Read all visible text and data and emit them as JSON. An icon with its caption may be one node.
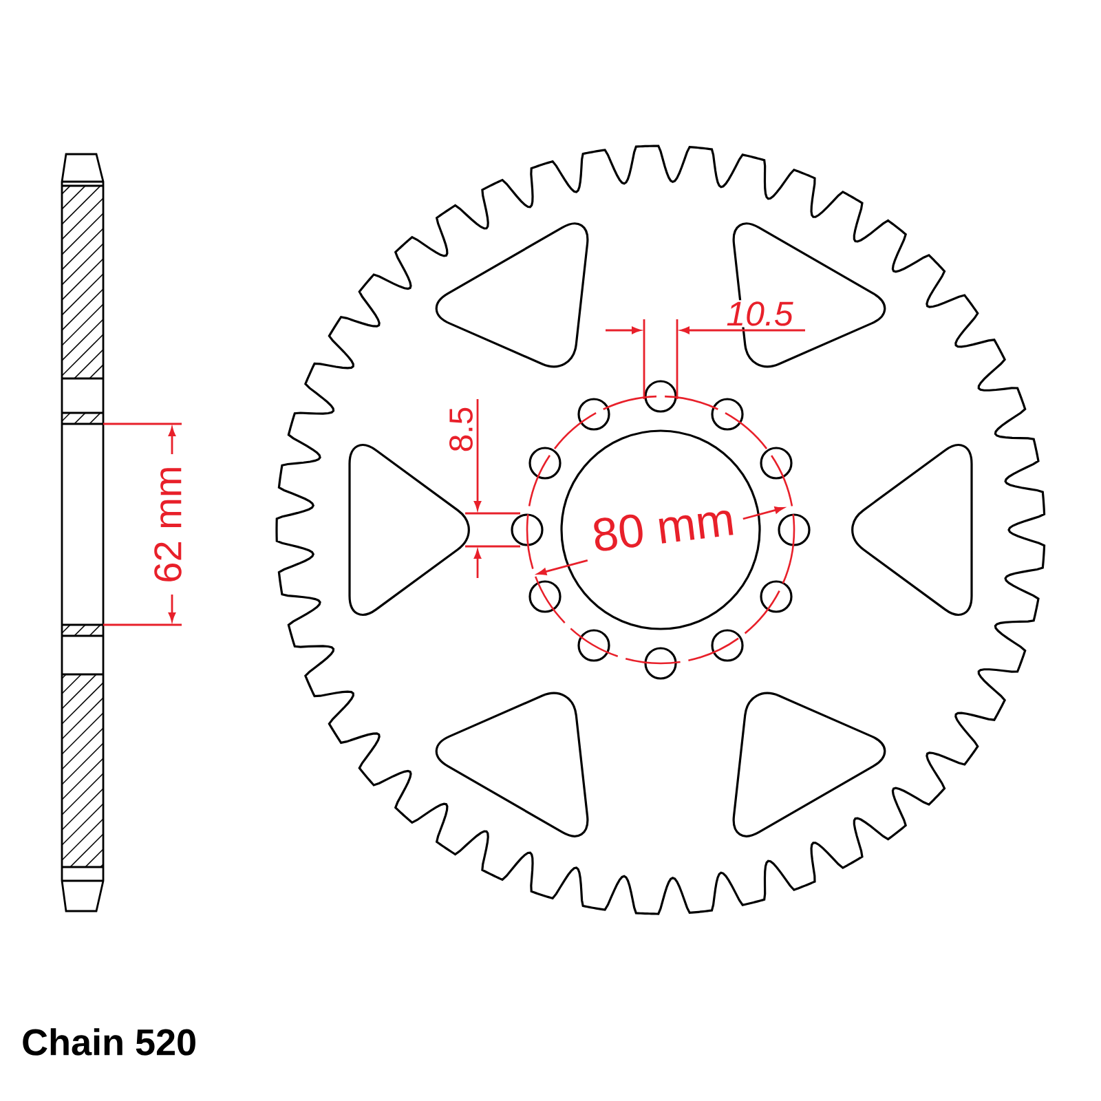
{
  "diagram": {
    "labels": [
      "10.5",
      "8.5",
      "80 mm",
      "62 mm",
      "Chain 520"
    ]
  }
}
